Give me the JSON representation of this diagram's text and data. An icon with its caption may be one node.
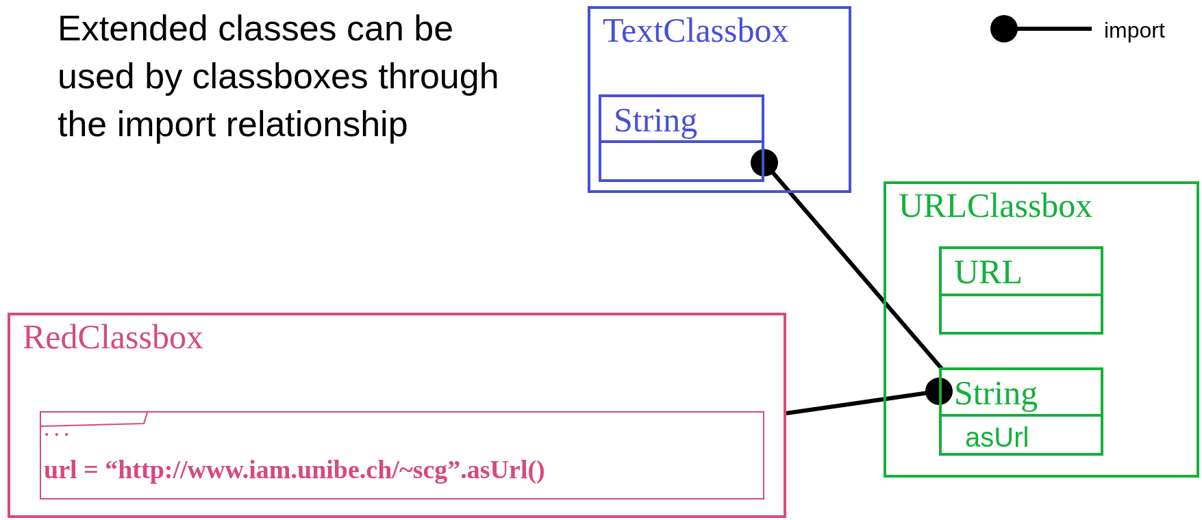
{
  "diagram": {
    "title": "Extended classes can be used by classboxes through the import relationship",
    "nodes": [
      {
        "text": [
          "TextClassbox"
        ]
      },
      {
        "text": [
          "String"
        ],
        "in": 0
      },
      {
        "text": [
          "URLClassbox"
        ]
      },
      {
        "text": [
          "URL"
        ],
        "in": 2
      },
      {
        "text": [
          "String",
          "asUrl"
        ],
        "in": 2
      },
      {
        "text": [
          "RedClassbox"
        ]
      },
      {
        "text": [
          "...",
          "url = “http://www.iam.unibe.ch/~scg”.asUrl()"
        ],
        "in": 5
      }
    ],
    "edges": [
      {
        "from": 4,
        "to": 1,
        "arrow": "other"
      },
      {
        "from": 5,
        "to": 4,
        "arrow": "other"
      }
    ],
    "legend": [
      {
        "text": "import"
      }
    ]
  }
}
